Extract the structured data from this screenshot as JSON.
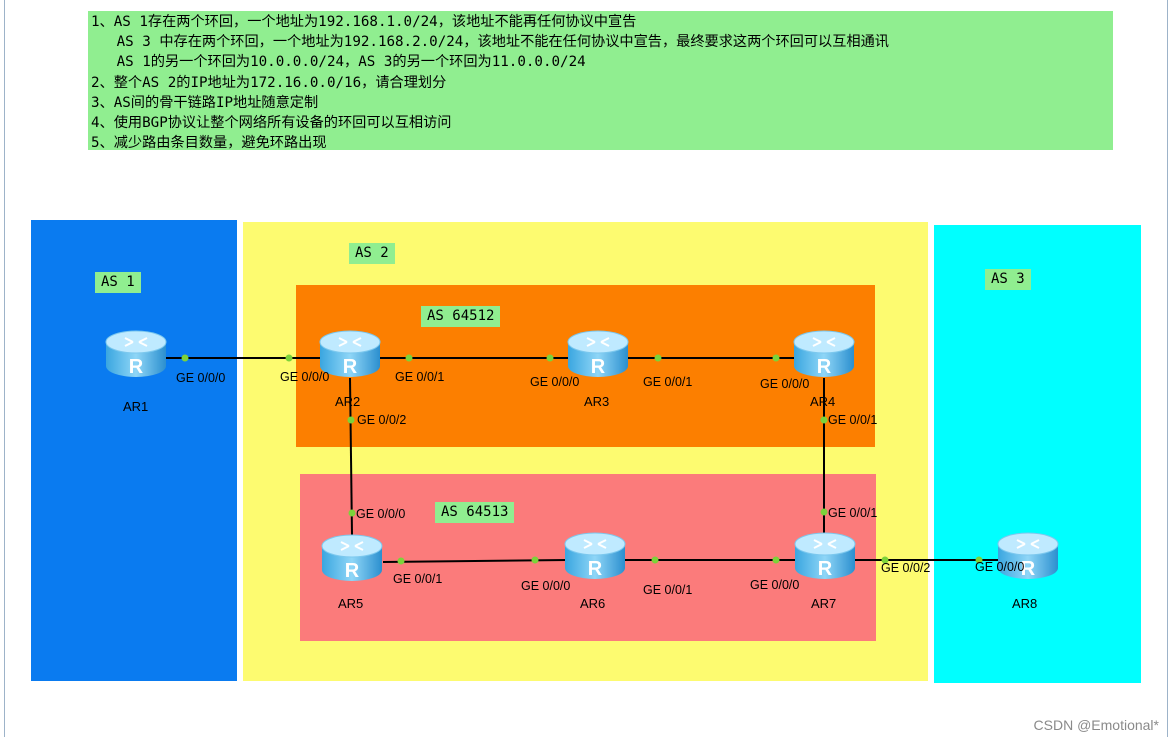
{
  "requirements": [
    "1、AS 1存在两个环回，一个地址为192.168.1.0/24，该地址不能再任何协议中宣告",
    "   AS 3 中存在两个环回，一个地址为192.168.2.0/24，该地址不能在任何协议中宣告，最终要求这两个环回可以互相通讯",
    "   AS 1的另一个环回为10.0.0.0/24，AS 3的另一个环回为11.0.0.0/24",
    "2、整个AS 2的IP地址为172.16.0.0/16，请合理划分",
    "3、AS间的骨干链路IP地址随意定制",
    "4、使用BGP协议让整个网络所有设备的环回可以互相访问",
    "5、减少路由条目数量，避免环路出现"
  ],
  "zones": {
    "as1": {
      "label": "AS 1",
      "color": "#0a7bf0"
    },
    "as2": {
      "label": "AS 2",
      "color": "#fdfb70"
    },
    "as3": {
      "label": "AS 3",
      "color": "#00ffff"
    },
    "as64512": {
      "label": "AS 64512",
      "color": "#fc7f00"
    },
    "as64513": {
      "label": "AS 64513",
      "color": "#fb7b7b"
    }
  },
  "routers": {
    "ar1": "AR1",
    "ar2": "AR2",
    "ar3": "AR3",
    "ar4": "AR4",
    "ar5": "AR5",
    "ar6": "AR6",
    "ar7": "AR7",
    "ar8": "AR8"
  },
  "ports": {
    "ar1_g000": "GE 0/0/0",
    "ar2_g000": "GE 0/0/0",
    "ar2_g001": "GE 0/0/1",
    "ar2_g002": "GE 0/0/2",
    "ar3_g000": "GE 0/0/0",
    "ar3_g001": "GE 0/0/1",
    "ar4_g000": "GE 0/0/0",
    "ar4_g001": "GE 0/0/1",
    "ar5_g000": "GE 0/0/0",
    "ar5_g001": "GE 0/0/1",
    "ar6_g000": "GE 0/0/0",
    "ar6_g001": "GE 0/0/1",
    "ar7_g000": "GE 0/0/0",
    "ar7_g001": "GE 0/0/1",
    "ar7_g002": "GE 0/0/2",
    "ar8_g000": "GE 0/0/0"
  },
  "link_color": "#000000",
  "port_dot_color": "#7cd33a",
  "watermark": "CSDN @Emotional*"
}
